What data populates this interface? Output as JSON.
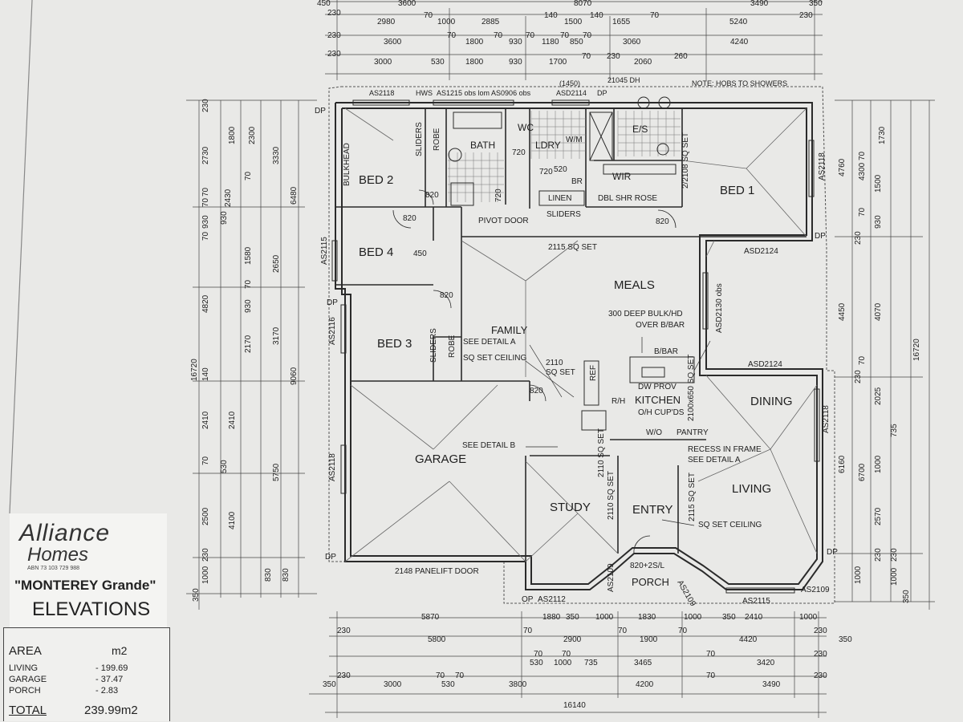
{
  "rooms": {
    "bed2": "BED 2",
    "bed4": "BED 4",
    "bed3": "BED 3",
    "bed1": "BED 1",
    "bath": "BATH",
    "wc": "WC",
    "ldry": "LDRY",
    "es": "E/S",
    "wir": "WIR",
    "linen": "LINEN",
    "meals": "MEALS",
    "family": "FAMILY",
    "kitchen": "KITCHEN",
    "dining": "DINING",
    "garage": "GARAGE",
    "study": "STUDY",
    "entry": "ENTRY",
    "living": "LIVING",
    "porch": "PORCH"
  },
  "notes": {
    "hobs": "NOTE: HOBS TO SHOWERS",
    "hws": "HWS",
    "top_windows": "AS1215 obs lom AS0906 obs",
    "as2118_top": "AS2118",
    "asd2114": "ASD2114",
    "dp": "DP",
    "w1450": "(1450)",
    "w21045": "21045 DH",
    "wm": "W/M",
    "br": "BR",
    "w720a": "720",
    "w720b": "720",
    "w520": "520",
    "dbl_shr": "DBL SHR ROSE",
    "pivot": "PIVOT DOOR",
    "sliders_linen": "SLIDERS",
    "sq2115": "2115 SQ SET",
    "asd2124_top": "ASD2124",
    "deep_bulk": "300 DEEP BULK/HD",
    "over_bbar": "OVER B/BAR",
    "bbar": "B/BAR",
    "asd2124_mid": "ASD2124",
    "see_detail_a": "SEE DETAIL A",
    "sq_set_ceiling": "SQ SET CEILING",
    "sq2110": "2110",
    "sq_set": "SQ SET",
    "ref": "REF",
    "dw_prov": "DW PROV",
    "rh": "R/H",
    "oh_cups": "O/H CUP'DS",
    "wo": "W/O",
    "pantry": "PANTRY",
    "see_detail_b": "SEE DETAIL B",
    "recess": "RECESS IN FRAME",
    "see_detail_a2": "SEE DETAIL A",
    "sq_ceiling_entry": "SQ SET CEILING",
    "panelift": "2148 PANELIFT DOOR",
    "door820": "820+2S/L",
    "op": "OP",
    "as2112": "AS2112",
    "as2109a": "AS2109",
    "as2109b": "AS2109",
    "as2115_bot": "AS2115",
    "as2109c": "AS2109",
    "d820": "820",
    "d450": "450",
    "sliders": "SLIDERS",
    "robe": "ROBE",
    "bulkhead": "BULKHEAD",
    "as2115_left": "AS2115",
    "as2116": "AS2116",
    "as2118_left": "AS2118",
    "as2118_right": "AS2118",
    "as2118_dining": "AS2118",
    "asd2130": "ASD2130 obs",
    "sq2108": "2/2108 SQ SET",
    "sq2100": "2100x650 SQ SET",
    "sq2110b": "2110 SQ SET",
    "sq2110c": "2110 SQ SET",
    "sq2115b": "2115 SQ SET"
  },
  "dims": {
    "top_row0": [
      "450",
      "3600",
      "8070",
      "3490",
      "350"
    ],
    "top_row1": [
      "230",
      "2980",
      "70",
      "1000",
      "2885",
      "140",
      "1500",
      "140",
      "1655",
      "70",
      "5240",
      "230"
    ],
    "top_row2": [
      "230",
      "3600",
      "70",
      "1800",
      "70",
      "930",
      "70",
      "1180",
      "70",
      "850",
      "70",
      "3060",
      "4240"
    ],
    "top_row3": [
      "230",
      "3000",
      "530",
      "1800",
      "930",
      "1700",
      "70",
      "230",
      "2060",
      "260"
    ],
    "bot_row1": [
      "5870",
      "1880",
      "350",
      "1000",
      "1830",
      "1000",
      "350",
      "2410",
      "1000"
    ],
    "bot_row2": [
      "230",
      "5800",
      "70",
      "2900",
      "70",
      "1900",
      "70",
      "4420",
      "230",
      "350"
    ],
    "bot_row3": [
      "70",
      "70",
      "530",
      "1000",
      "735",
      "3465",
      "70",
      "3420",
      "230"
    ],
    "bot_row4": [
      "350",
      "230",
      "3000",
      "70",
      "530",
      "70",
      "3800",
      "4200",
      "70",
      "3490",
      "230"
    ],
    "overall": "16140",
    "left_col1": [
      "230",
      "2730",
      "70",
      "2430",
      "70",
      "930",
      "70",
      "4820",
      "140",
      "2410",
      "70",
      "2500",
      "230",
      "1000",
      "350"
    ],
    "left_col2": [
      "1800",
      "70",
      "930",
      "1580",
      "70",
      "930",
      "2170",
      "2410",
      "530",
      "4100",
      "830"
    ],
    "left_col3": [
      "2300",
      "3330",
      "6480",
      "2650",
      "3170",
      "9060",
      "5750",
      "830"
    ],
    "left_overall": "16720",
    "right_col1": [
      "4760",
      "230",
      "4450",
      "230",
      "6160",
      "1000",
      "230"
    ],
    "right_col2": [
      "4300",
      "1500",
      "930",
      "4070",
      "2025",
      "1000",
      "2570",
      "1000"
    ],
    "right_col3": [
      "1730",
      "70",
      "70",
      "70",
      "735",
      "6700",
      "230",
      "350"
    ],
    "right_overall": "16720",
    "d820_list": [
      "820",
      "820",
      "820",
      "820",
      "820"
    ]
  },
  "brand": {
    "logo_line1": "Alliance",
    "logo_line2": "Homes",
    "abn": "ABN 73 103 729 988",
    "model": "\"MONTEREY Grande\"",
    "title": "ELEVATIONS"
  },
  "area_table": {
    "heading": "AREA",
    "unit": "m2",
    "rows": [
      {
        "label": "LIVING",
        "value": "- 199.69"
      },
      {
        "label": "GARAGE",
        "value": "- 37.47"
      },
      {
        "label": "PORCH",
        "value": "- 2.83"
      }
    ],
    "total_label": "TOTAL",
    "total_value": "239.99m2"
  }
}
